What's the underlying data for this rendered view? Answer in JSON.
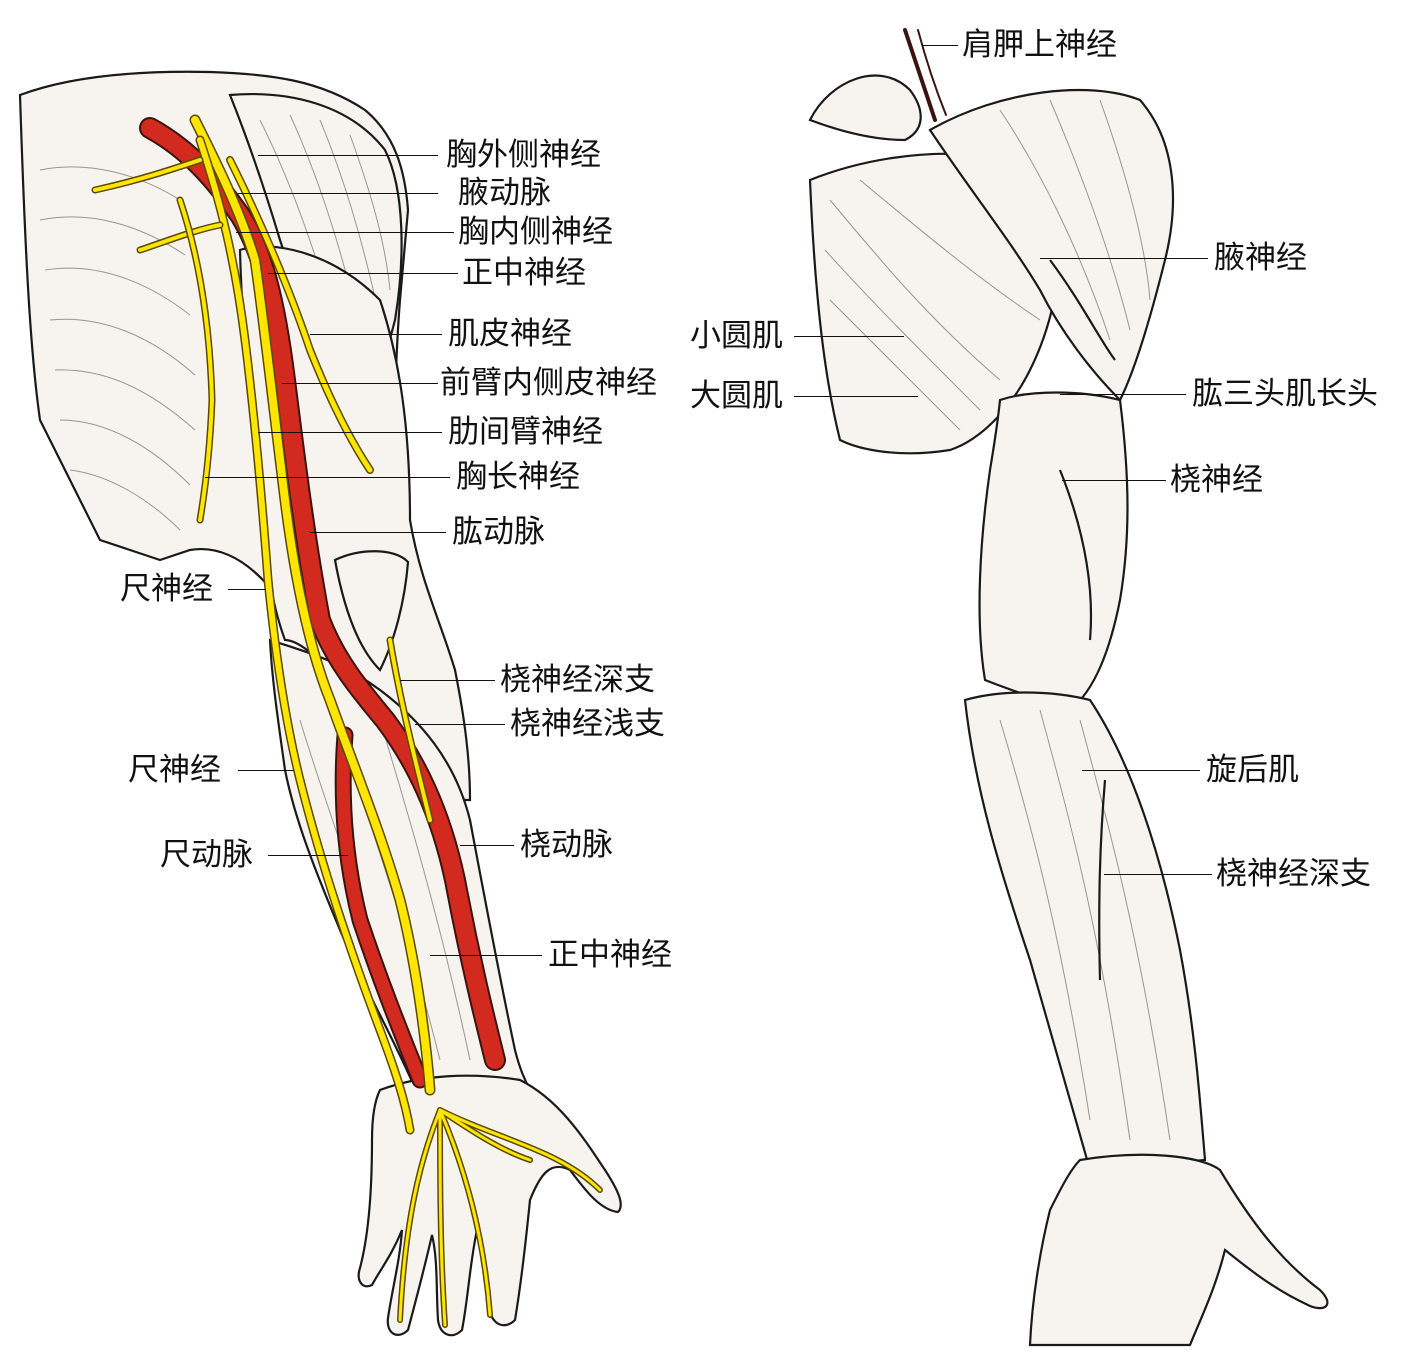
{
  "colors": {
    "artery": "#d32a1f",
    "nerve": "#ffe600",
    "outline": "#1a1a1a",
    "background": "#ffffff"
  },
  "anterior_view": {
    "labels_right": [
      "胸外侧神经",
      "腋动脉",
      "胸内侧神经",
      "正中神经",
      "肌皮神经",
      "前臂内侧皮神经",
      "肋间臂神经",
      "胸长神经",
      "肱动脉"
    ],
    "labels_forearm_right": [
      "桡神经深支",
      "桡神经浅支",
      "桡动脉",
      "正中神经"
    ],
    "labels_left": [
      "尺神经",
      "尺神经",
      "尺动脉"
    ]
  },
  "posterior_view": {
    "labels_right": [
      "肩胛上神经",
      "腋神经",
      "肱三头肌长头",
      "桡神经",
      "旋后肌",
      "桡神经深支"
    ],
    "labels_left": [
      "小圆肌",
      "大圆肌"
    ]
  }
}
